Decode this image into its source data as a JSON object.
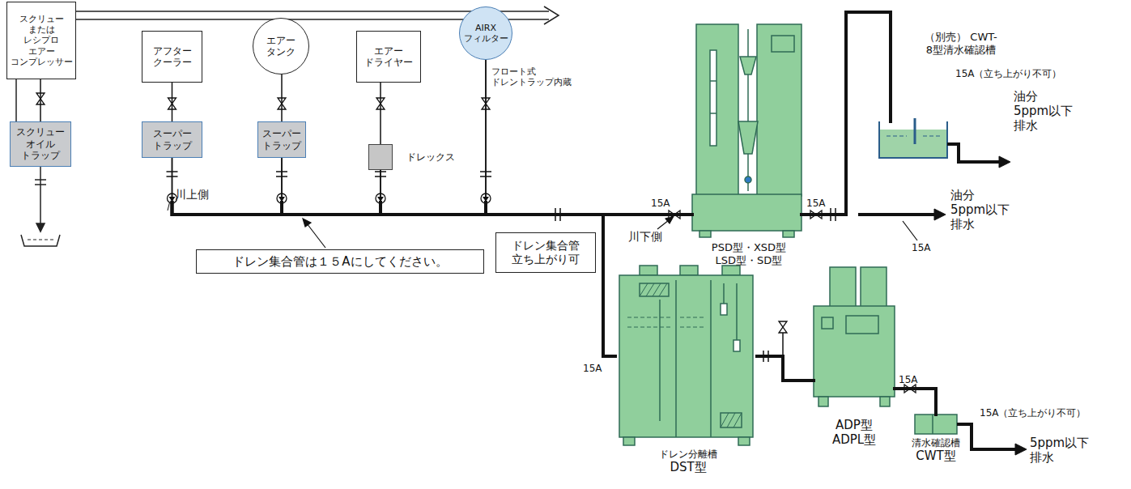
{
  "diagram": {
    "nodes": [
      {
        "text": [
          "スクリュー または レシプロ エアー コンプレッサー"
        ]
      },
      {
        "text": [
          "スクリュー オイル トラップ"
        ]
      },
      {
        "text": [
          "アフター クーラー"
        ]
      },
      {
        "text": [
          "エアー タンク"
        ]
      },
      {
        "text": [
          "エアー ドライヤー"
        ]
      },
      {
        "text": [
          "AIRX フィルター"
        ]
      },
      {
        "text": [
          "スーパー トラップ"
        ]
      },
      {
        "text": [
          "スーパー トラップ"
        ]
      },
      {
        "text": [
          "ドレックス"
        ]
      },
      {
        "text": [
          "PSD型・XSD型 LSD型・SD型"
        ]
      },
      {
        "text": [
          "（別売） CWT-8型清水確認槽"
        ]
      },
      {
        "text": [
          "ドレン分離槽",
          "DST型"
        ]
      },
      {
        "text": [
          "ADP型 ADPL型"
        ]
      },
      {
        "text": [
          "清水確認槽",
          "CWT型"
        ]
      },
      {
        "text": [
          "ドレン集合管は１５Aにしてください。"
        ]
      },
      {
        "text": [
          "ドレン集合管 立ち上がり可"
        ]
      }
    ],
    "edges": [
      {
        "from": 0,
        "to": 1,
        "arrow": "none"
      },
      {
        "from": 2,
        "to": 6,
        "arrow": "none"
      },
      {
        "from": 3,
        "to": 7,
        "arrow": "none"
      },
      {
        "from": 4,
        "to": 8,
        "arrow": "none"
      },
      {
        "from": 6,
        "to": 9,
        "arrow": "none"
      },
      {
        "from": 7,
        "to": 9,
        "arrow": "none"
      },
      {
        "from": 8,
        "to": 9,
        "arrow": "none"
      },
      {
        "from": 5,
        "to": 9,
        "arrow": "none"
      },
      {
        "from": 6,
        "to": 11,
        "arrow": "none"
      },
      {
        "from": 7,
        "to": 11,
        "arrow": "none"
      },
      {
        "from": 8,
        "to": 11,
        "arrow": "none"
      },
      {
        "from": 5,
        "to": 11,
        "arrow": "none"
      },
      {
        "from": 9,
        "to": 10,
        "arrow": "none"
      },
      {
        "from": 11,
        "to": 12,
        "arrow": "none"
      },
      {
        "from": 12,
        "to": 13,
        "arrow": "none"
      }
    ],
    "labels": [
      "川上側",
      "15A",
      "川下側",
      "15A",
      "15A（立ち上がり不可）",
      "油分 5ppm以下 排水",
      "15A",
      "油分 5ppm以下 排水",
      "15A",
      "15A",
      "15A（立ち上がり不可）",
      "5ppm以下 排水",
      "フロート式 ドレントラップ内蔵"
    ]
  }
}
